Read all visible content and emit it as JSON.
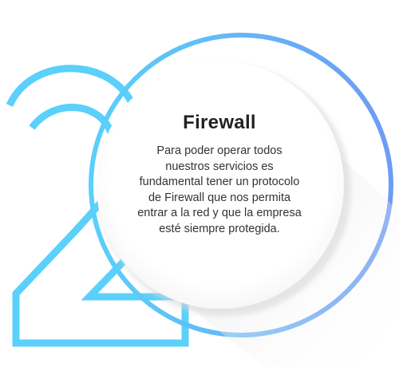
{
  "card": {
    "title": "Firewall",
    "body": "Para poder operar todos nuestros servicios es fundamental tener un protocolo de Firewall que nos permita entrar a la red y que la empresa esté siempre protegida."
  },
  "decoration": {
    "numeral_icon": "number-two-outline",
    "gradient_start": "#5ad0fb",
    "gradient_end": "#6e9bf3",
    "card_color": "#ffffff",
    "shadow_color": "#e8e8e8"
  }
}
